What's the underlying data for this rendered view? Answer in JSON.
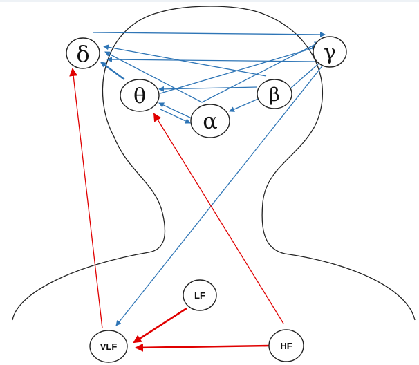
{
  "nodes": {
    "delta": {
      "label": "δ"
    },
    "gamma": {
      "label": "γ"
    },
    "theta": {
      "label": "θ"
    },
    "beta": {
      "label": "β"
    },
    "alpha": {
      "label": "α"
    },
    "lf": {
      "label": "LF"
    },
    "vlf": {
      "label": "VLF"
    },
    "hf": {
      "label": "HF"
    }
  },
  "colors": {
    "brain_arrow": "#2e75b6",
    "heart_arrow": "#e00000",
    "outline": "#222222"
  }
}
